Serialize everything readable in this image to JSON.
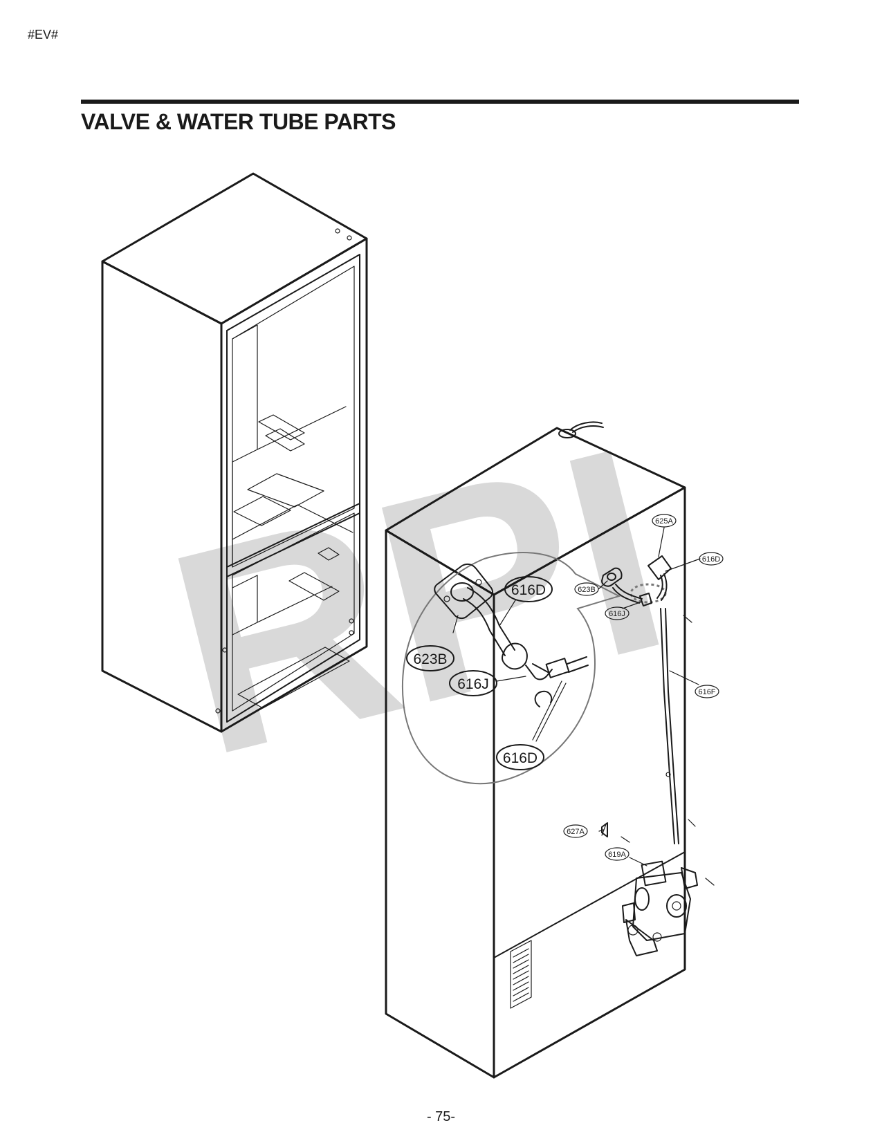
{
  "page": {
    "header_code": "#EV#",
    "title": "VALVE & WATER TUBE PARTS",
    "page_number": "- 75-",
    "watermark": "RPI"
  },
  "callouts": {
    "detail": {
      "p623B": "623B",
      "p616D_top": "616D",
      "p616J": "616J",
      "p616D_bottom": "616D"
    },
    "main": {
      "p625A": "625A",
      "p616D": "616D",
      "p623B": "623B",
      "p616J": "616J",
      "p616F": "616F",
      "p627A": "627A",
      "p619A": "619A"
    }
  },
  "colors": {
    "ink": "#1a1a1a",
    "watermark": "#d9d9d9",
    "detail_outline": "#777777"
  }
}
